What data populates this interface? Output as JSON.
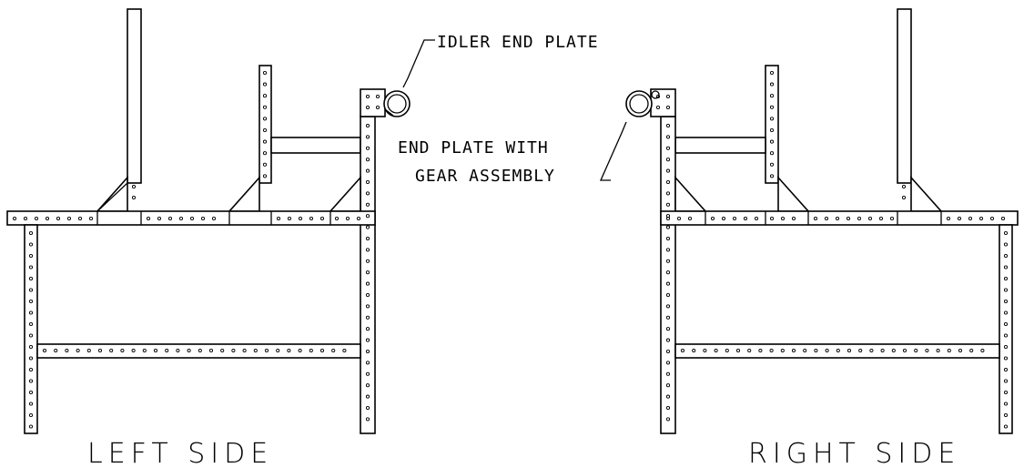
{
  "labels": {
    "idler_end_plate": "IDLER END PLATE",
    "end_plate_with_line1": "END PLATE WITH",
    "end_plate_with_line2": "GEAR ASSEMBLY",
    "left_side": "LEFT SIDE",
    "right_side": "RIGHT SIDE"
  },
  "colors": {
    "line": "#000000",
    "background": "#ffffff"
  }
}
